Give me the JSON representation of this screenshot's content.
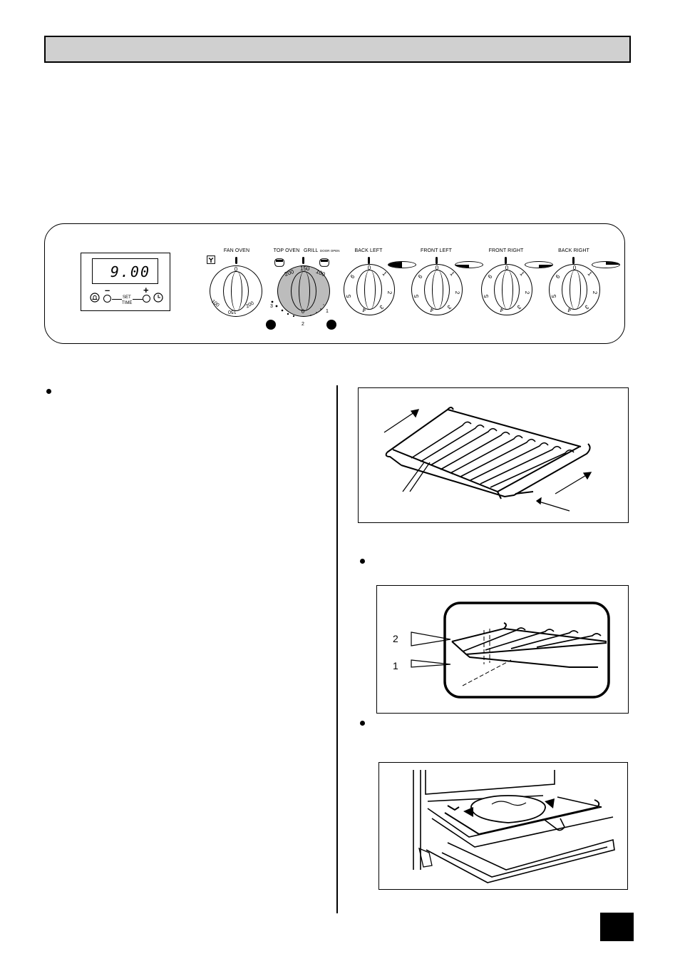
{
  "page": {
    "section_title": "",
    "page_number": ""
  },
  "control_panel": {
    "timer": {
      "display": "9.00",
      "minus_label": "–",
      "plus_label": "+",
      "set_label": "SET",
      "time_label": "TIME",
      "bell_icon": "bell-icon",
      "clock_icon": "clock-icon"
    },
    "fan_oven": {
      "label": "FAN OVEN",
      "off_label": "0",
      "scale": [
        "200",
        "150",
        "100"
      ],
      "icon": "fan-icon"
    },
    "top_oven_grill": {
      "top_oven_label": "TOP OVEN",
      "grill_label": "GRILL",
      "door_open_label": "DOOR OPEN",
      "off_label": "0",
      "scale": [
        "200",
        "150",
        "100"
      ],
      "grill_settings": [
        "3",
        "2",
        "1"
      ]
    },
    "hotplates": [
      {
        "label": "BACK LEFT",
        "numbers": [
          "0",
          "1",
          "2",
          "3",
          "4",
          "5",
          "6"
        ]
      },
      {
        "label": "FRONT LEFT",
        "numbers": [
          "0",
          "1",
          "2",
          "3",
          "4",
          "5",
          "6"
        ]
      },
      {
        "label": "FRONT RIGHT",
        "numbers": [
          "0",
          "1",
          "2",
          "3",
          "4",
          "5",
          "6"
        ]
      },
      {
        "label": "BACK RIGHT",
        "numbers": [
          "0",
          "1",
          "2",
          "3",
          "4",
          "5",
          "6"
        ]
      }
    ]
  },
  "figures": {
    "shelf_positions": {
      "upper": "2",
      "lower": "1"
    }
  }
}
